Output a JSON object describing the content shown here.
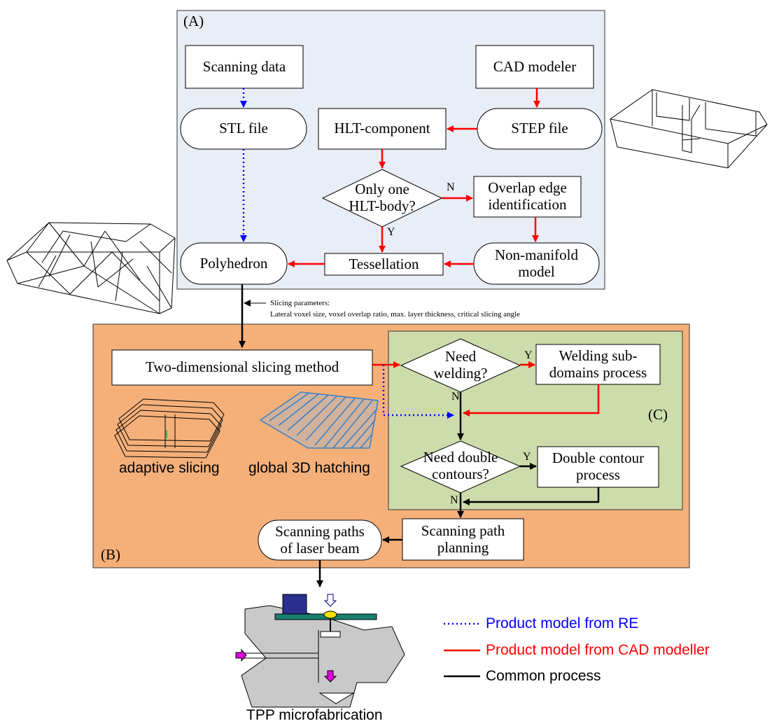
{
  "panels": {
    "a": "(A)",
    "b": "(B)",
    "c": "(C)"
  },
  "nodes": {
    "scanning_data": "Scanning data",
    "cad_modeler": "CAD modeler",
    "stl_file": "STL file",
    "hlt_component": "HLT-component",
    "step_file": "STEP file",
    "only_one_hlt_body": "Only one\nHLT-body?",
    "overlap_edge_identification": "Overlap edge\nidentification",
    "polyhedron": "Polyhedron",
    "tessellation": "Tessellation",
    "non_manifold_model": "Non-manifold\nmodel",
    "two_dimensional_slicing": "Two-dimensional slicing method",
    "need_welding": "Need\nwelding?",
    "welding_sub_domains": "Welding sub-\ndomains process",
    "need_double_contours": "Need double\ncontours?",
    "double_contour_process": "Double contour\nprocess",
    "scanning_path_planning": "Scanning path\nplanning",
    "scanning_paths_laser": "Scanning paths\nof laser beam"
  },
  "edge_labels": {
    "n": "N",
    "y": "Y"
  },
  "slicing_parameters": {
    "title": "Slicing parameters:",
    "list": "Lateral voxel size, voxel overlap ratio, max. layer thickness, critical slicing angle"
  },
  "illustrations": {
    "adaptive_slicing": "adaptive slicing",
    "global_hatching": "global 3D hatching",
    "tpp": "TPP microfabrication"
  },
  "legend": {
    "re": "Product model from RE",
    "cad": "Product model from CAD modeller",
    "common": "Common process"
  },
  "colors": {
    "panel_a_fill": "#e8edf6",
    "panel_b_fill": "#f5b07a",
    "panel_c_fill": "#cddcaa",
    "re_line": "#0000ff",
    "cad_line": "#ff0000",
    "common_line": "#000000"
  }
}
